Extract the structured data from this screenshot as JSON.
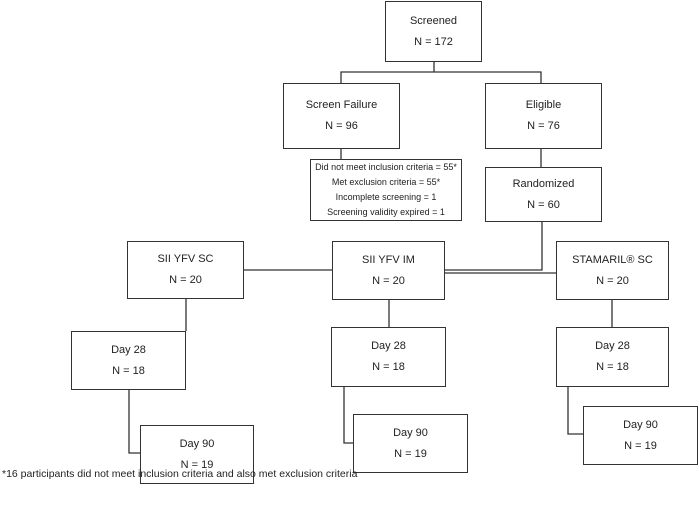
{
  "nodes": {
    "screened": {
      "title": "Screened",
      "count": "N = 172"
    },
    "screen_failure": {
      "title": "Screen Failure",
      "count": "N = 96"
    },
    "eligible": {
      "title": "Eligible",
      "count": "N = 76"
    },
    "exclusions": [
      "Did not meet inclusion criteria = 55*",
      "Met exclusion criteria = 55*",
      "Incomplete screening = 1",
      "Screening validity expired = 1"
    ],
    "randomized": {
      "title": "Randomized",
      "count": "N = 60"
    },
    "sii_yfv_sc": {
      "title": "SII YFV SC",
      "count": "N = 20"
    },
    "sii_yfv_im": {
      "title": "SII YFV IM",
      "count": "N = 20"
    },
    "stamaril_sc": {
      "title": "STAMARIL® SC",
      "count": "N = 20"
    },
    "sc_day28": {
      "title": "Day 28",
      "count": "N = 18"
    },
    "im_day28": {
      "title": "Day 28",
      "count": "N = 18"
    },
    "st_day28": {
      "title": "Day 28",
      "count": "N = 18"
    },
    "sc_day90": {
      "title": "Day 90",
      "count": "N = 19"
    },
    "im_day90": {
      "title": "Day 90",
      "count": "N = 19"
    },
    "st_day90": {
      "title": "Day 90",
      "count": "N = 19"
    }
  },
  "footnote": "*16 participants did not meet inclusion criteria and also met exclusion criteria"
}
